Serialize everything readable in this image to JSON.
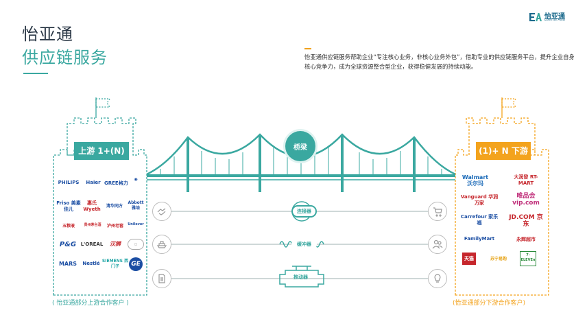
{
  "header": {
    "title_line1": "怡亚通",
    "title_line2": "供应链服务"
  },
  "logo": {
    "cn": "怡亚通",
    "en": "Eternal Asia"
  },
  "intro": {
    "text": "怡亚通供应链服务帮助企业“专注核心业务，非核心业务外包”，借助专业的供应链服务平台，提升企业自身核心竞争力，成为全球资源整合型企业，获得稳健发展的持续动能。"
  },
  "upstream": {
    "tag": "上游 1+(N)",
    "caption": "( 怡亚通部分上游合作客户 )",
    "brands": [
      {
        "name": "PHILIPS",
        "color": "#1b4ea3"
      },
      {
        "name": "Haier",
        "color": "#1b4ea3"
      },
      {
        "name": "GREE格力",
        "color": "#1b4ea3"
      },
      {
        "name": "Friso 美素佳儿",
        "color": "#1b4ea3"
      },
      {
        "name": "惠氏 Wyeth",
        "color": "#c6262c"
      },
      {
        "name": "清华同方",
        "color": "#1b4ea3"
      },
      {
        "name": "Abbott 雅培",
        "color": "#1b4ea3"
      },
      {
        "name": "五粮液",
        "color": "#c6262c"
      },
      {
        "name": "贵州茅台酒",
        "color": "#c6262c"
      },
      {
        "name": "泸州老窖",
        "color": "#c6262c"
      },
      {
        "name": "Unilever",
        "color": "#1b4ea3"
      },
      {
        "name": "P&G",
        "color": "#1b4ea3"
      },
      {
        "name": "L'OREAL",
        "color": "#333333"
      },
      {
        "name": "汉狮",
        "color": "#c6262c"
      },
      {
        "name": "MARS",
        "color": "#1b4ea3"
      },
      {
        "name": "Nestlé",
        "color": "#1b4ea3"
      },
      {
        "name": "SIEMENS 西门子",
        "color": "#1ba3a3"
      },
      {
        "name": "GE",
        "color": "#1b4ea3"
      }
    ]
  },
  "downstream": {
    "tag": "(1)+ N 下游",
    "caption": "(怡亚通部分下游合作客户)",
    "brands": [
      {
        "name": "Walmart 沃尔玛",
        "color": "#1b6ab8"
      },
      {
        "name": "大润發 RT-MART",
        "color": "#c6262c"
      },
      {
        "name": "Vanguard 华润万家",
        "color": "#c6262c"
      },
      {
        "name": "唯品会 vip.com",
        "color": "#c02e7a"
      },
      {
        "name": "Carrefour 家乐福",
        "color": "#1b4ea3"
      },
      {
        "name": "JD.COM 京东",
        "color": "#c6262c"
      },
      {
        "name": "FamilyMart",
        "color": "#1b4ea3"
      },
      {
        "name": "永辉超市",
        "color": "#c6262c"
      },
      {
        "name": "天猫",
        "color": "#c6262c"
      },
      {
        "name": "苏宁易购",
        "color": "#e6a317"
      },
      {
        "name": "7-ELEVEn",
        "color": "#2a8a3a"
      }
    ]
  },
  "bridge": {
    "label": "桥梁"
  },
  "connectors": [
    {
      "label": "连接器",
      "left_icon": "handshake-icon",
      "right_icon": "cart-icon"
    },
    {
      "label": "缓冲器",
      "left_icon": "ship-icon",
      "right_icon": "people-icon"
    },
    {
      "label": "推动器",
      "left_icon": "document-icon",
      "right_icon": "bulb-icon"
    }
  ],
  "colors": {
    "teal": "#3aa8a0",
    "orange": "#f3a31d",
    "navy": "#2d3a48"
  }
}
